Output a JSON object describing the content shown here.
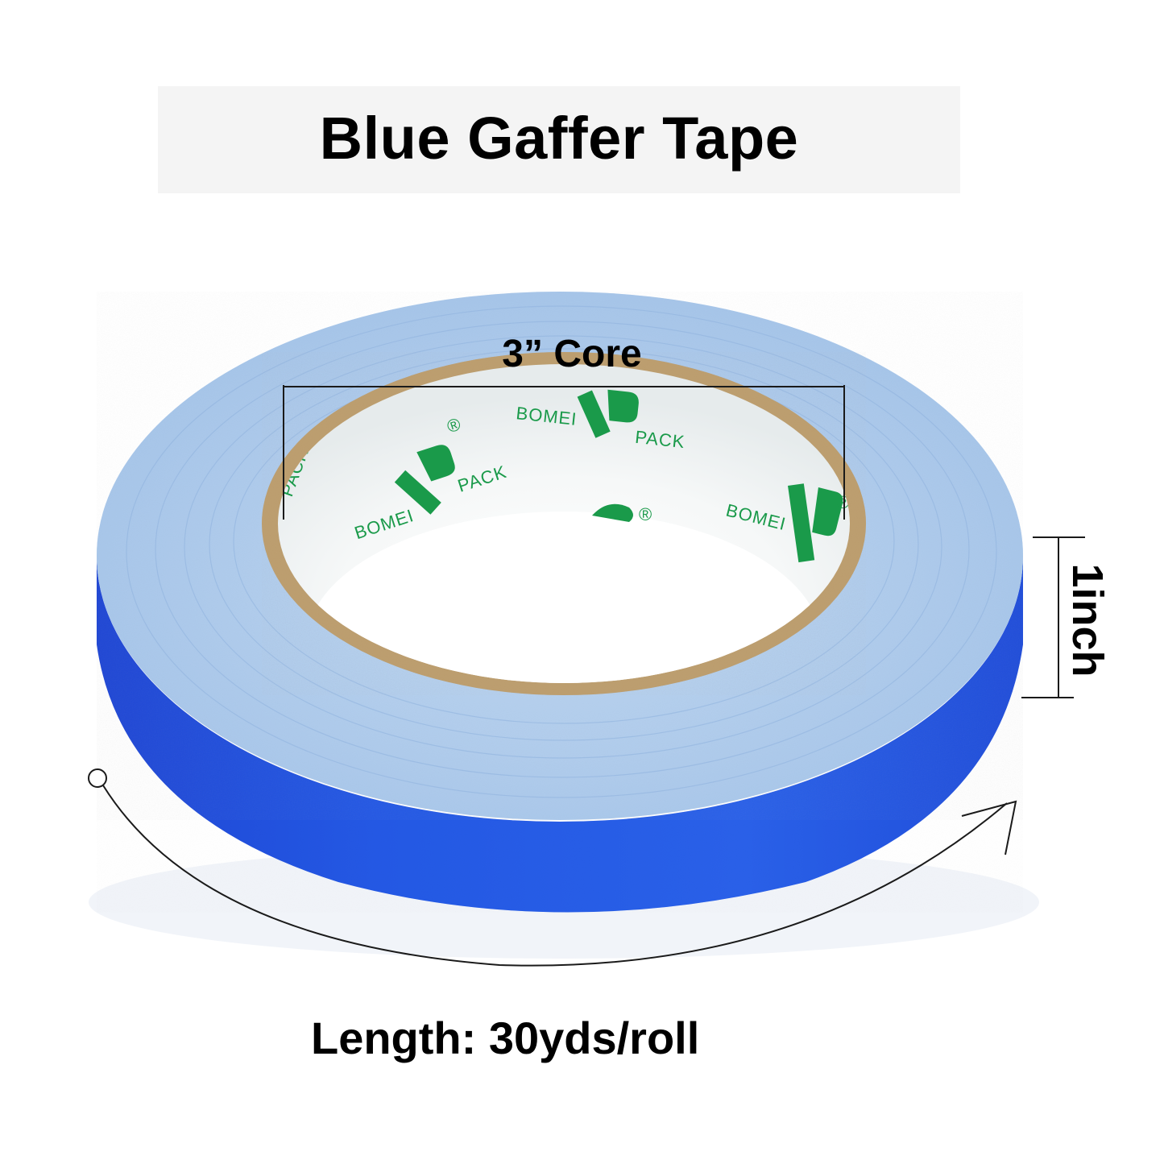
{
  "title": "Blue Gaffer Tape",
  "product": {
    "color_name": "Blue",
    "tape_color": "#1f55e0",
    "tape_edge_color": "#aeccec",
    "core_color": "#b8996a",
    "liner_color": "#f3f6f6",
    "brand_color": "#1a9a4a",
    "brand_text_left": "BOMEI",
    "brand_text_right": "PACK",
    "brand_mark": "®"
  },
  "annotations": {
    "core": "3” Core",
    "width": "1inch",
    "length": "Length: 30yds/roll"
  }
}
